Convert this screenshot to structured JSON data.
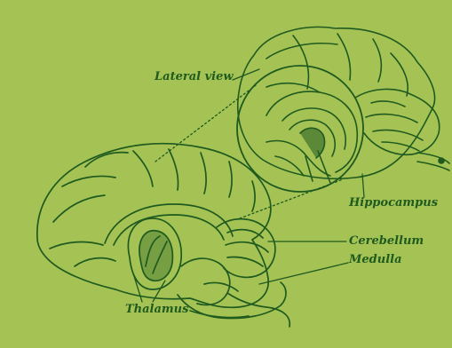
{
  "labels": {
    "lateral_view": "Lateral view",
    "hippocampus": "Hippocampus",
    "cerebellum": "Cerebellum",
    "medulla": "Medulla",
    "thalamus": "Thalamus"
  },
  "colors": {
    "background": "#a5c355",
    "ink": "#1f5a1f"
  }
}
